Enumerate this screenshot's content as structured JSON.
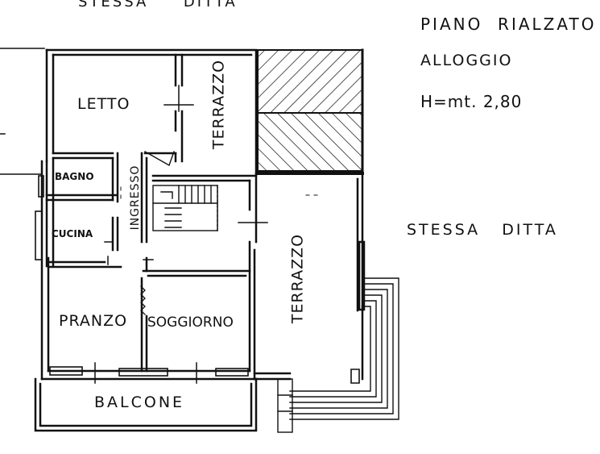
{
  "header": {
    "top_neighbor": "STESSA     DITTA",
    "floor_title": "PIANO  RIALZATO",
    "unit_type": "ALLOGGIO",
    "height": "H=mt. 2,80",
    "right_neighbor": "STESSA   DITTA"
  },
  "rooms": {
    "letto": "LETTO",
    "terrazzo_top": "TERRAZZO",
    "bagno": "BAGNO",
    "cucina": "CUCINA",
    "ingresso": "INGRESSO",
    "pranzo": "PRANZO",
    "soggiorno": "SOGGIORNO",
    "terrazzo_right": "TERRAZZO",
    "balcone": "BALCONE"
  },
  "colors": {
    "ink": "#111111",
    "paper": "#ffffff"
  }
}
